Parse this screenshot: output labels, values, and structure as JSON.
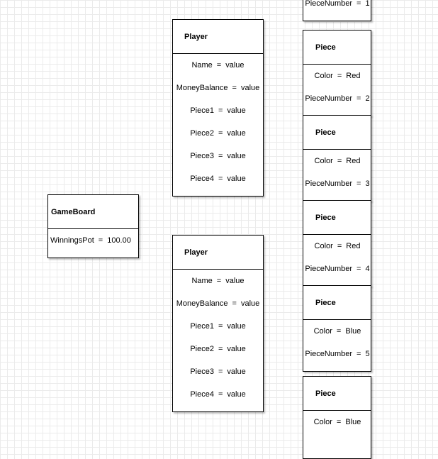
{
  "diagram": {
    "nodes": [
      {
        "id": "piece-top",
        "title": "",
        "rows": [
          {
            "key": "PieceNumber",
            "sep": "=",
            "val": "1"
          }
        ]
      },
      {
        "id": "player-1",
        "title": "Player",
        "rows": [
          {
            "key": "Name",
            "sep": "=",
            "val": "value"
          },
          {
            "key": "MoneyBalance",
            "sep": "=",
            "val": "value"
          },
          {
            "key": "Piece1",
            "sep": "=",
            "val": "value"
          },
          {
            "key": "Piece2",
            "sep": "=",
            "val": "value"
          },
          {
            "key": "Piece3",
            "sep": "=",
            "val": "value"
          },
          {
            "key": "Piece4",
            "sep": "=",
            "val": "value"
          }
        ]
      },
      {
        "id": "piece-2",
        "title": "Piece",
        "rows": [
          {
            "key": "Color",
            "sep": "=",
            "val": "Red"
          },
          {
            "key": "PieceNumber",
            "sep": "=",
            "val": "2"
          }
        ]
      },
      {
        "id": "piece-3",
        "title": "Piece",
        "rows": [
          {
            "key": "Color",
            "sep": "=",
            "val": "Red"
          },
          {
            "key": "PieceNumber",
            "sep": "=",
            "val": "3"
          }
        ]
      },
      {
        "id": "piece-4",
        "title": "Piece",
        "rows": [
          {
            "key": "Color",
            "sep": "=",
            "val": "Red"
          },
          {
            "key": "PieceNumber",
            "sep": "=",
            "val": "4"
          }
        ]
      },
      {
        "id": "piece-5",
        "title": "Piece",
        "rows": [
          {
            "key": "Color",
            "sep": "=",
            "val": "Blue"
          },
          {
            "key": "PieceNumber",
            "sep": "=",
            "val": "5"
          }
        ]
      },
      {
        "id": "piece-6",
        "title": "Piece",
        "rows": [
          {
            "key": "Color",
            "sep": "=",
            "val": "Blue"
          }
        ]
      },
      {
        "id": "gameboard",
        "title": "GameBoard",
        "rows": [
          {
            "key": "WinningsPot",
            "sep": "=",
            "val": "100.00"
          }
        ]
      },
      {
        "id": "player-2",
        "title": "Player",
        "rows": [
          {
            "key": "Name",
            "sep": "=",
            "val": "value"
          },
          {
            "key": "MoneyBalance",
            "sep": "=",
            "val": "value"
          },
          {
            "key": "Piece1",
            "sep": "=",
            "val": "value"
          },
          {
            "key": "Piece2",
            "sep": "=",
            "val": "value"
          },
          {
            "key": "Piece3",
            "sep": "=",
            "val": "value"
          },
          {
            "key": "Piece4",
            "sep": "=",
            "val": "value"
          }
        ]
      }
    ]
  },
  "colors": {
    "grid": "#ebebeb",
    "border": "#000000",
    "fill": "#ffffff"
  }
}
